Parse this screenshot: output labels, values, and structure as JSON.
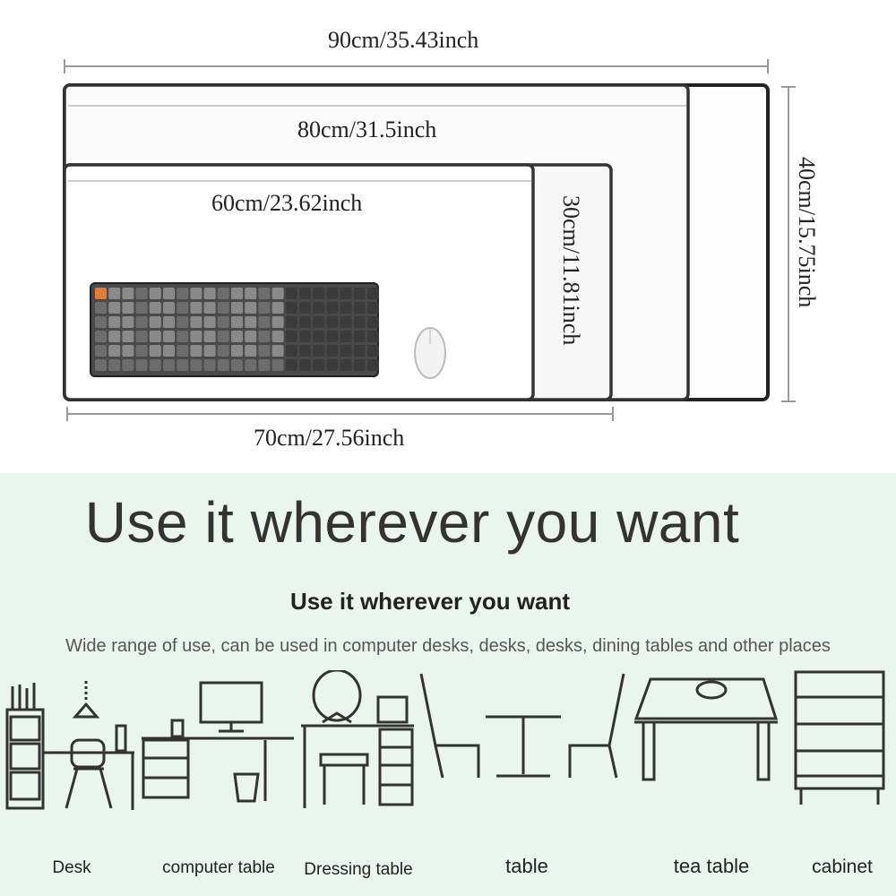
{
  "dimensions": {
    "width_90": "90cm/35.43inch",
    "width_80": "80cm/31.5inch",
    "width_60": "60cm/23.62inch",
    "width_70": "70cm/27.56inch",
    "height_30": "30cm/11.81inch",
    "height_40": "40cm/15.75inch"
  },
  "usage": {
    "headline": "Use it wherever you want",
    "subheading": "Use it wherever you want",
    "description": "Wide range of use, can be used in computer desks, desks, desks, dining tables and other places",
    "items": [
      {
        "label": "Desk",
        "icon": "desk-icon"
      },
      {
        "label": "computer table",
        "icon": "computer-table-icon"
      },
      {
        "label": "Dressing table",
        "icon": "dressing-table-icon"
      },
      {
        "label": "table",
        "icon": "dining-table-icon"
      },
      {
        "label": "tea table",
        "icon": "tea-table-icon"
      },
      {
        "label": "cabinet",
        "icon": "cabinet-icon"
      }
    ]
  },
  "colors": {
    "bottom_background": "#eaf5ee",
    "keyboard_body": "#4a4a4a",
    "escape_key": "#e07b39"
  }
}
